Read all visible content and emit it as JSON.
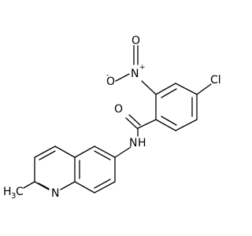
{
  "molecule": {
    "atoms": {
      "chlorine": "Cl",
      "nitro_oxygen": "O",
      "nitro_oxygen_charge": "-",
      "nitro_nitrogen": "N",
      "nitro_nitrogen_charge": "+",
      "carbonyl_oxygen": "O",
      "amide_nitrogen": "N",
      "amide_hydrogen": "H",
      "quinoline_nitrogen": "N",
      "methyl_carbon": "C",
      "methyl_hydrogen": "H",
      "methyl_subscript": "3"
    }
  }
}
